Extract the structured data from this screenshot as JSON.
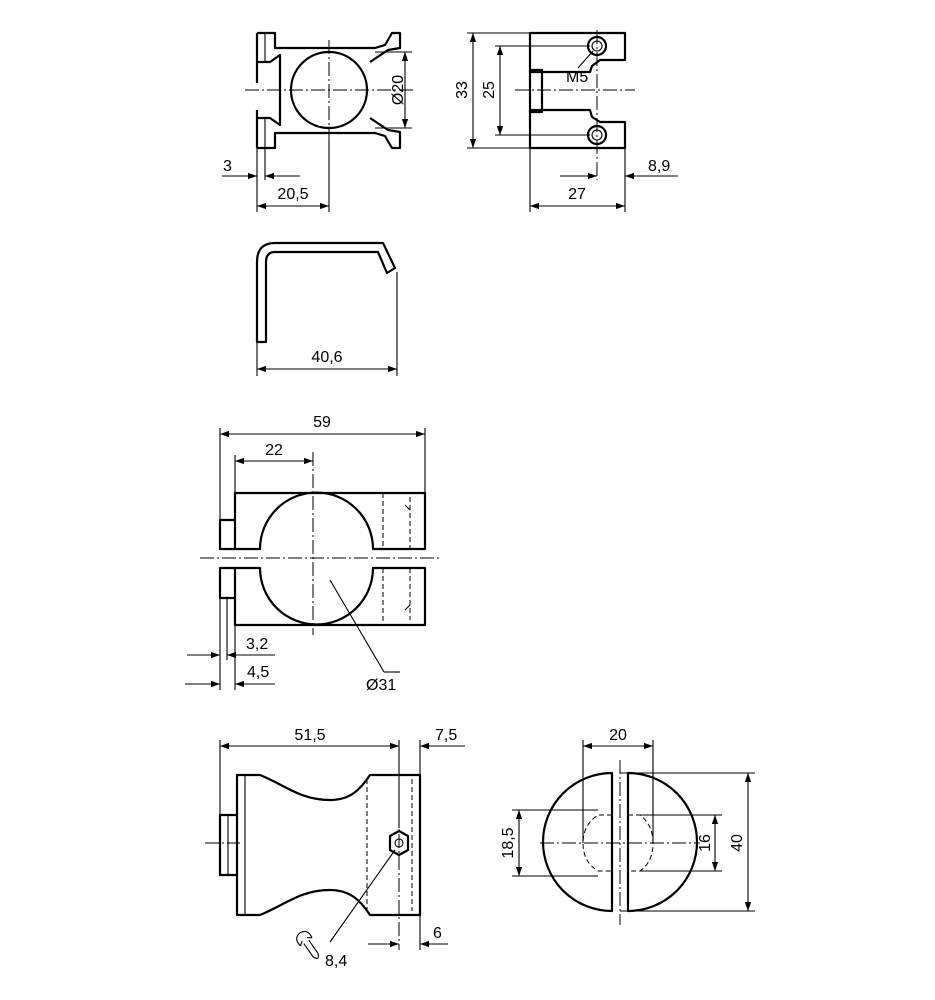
{
  "dimensions": {
    "d_20_diameter": "Ø20",
    "d_33": "33",
    "d_25": "25",
    "thread_m5": "M5",
    "d_3": "3",
    "d_20_5": "20,5",
    "d_8_9": "8,9",
    "d_27": "27",
    "d_40_6": "40,6",
    "d_59": "59",
    "d_22": "22",
    "d_3_2": "3,2",
    "d_4_5": "4,5",
    "d_31_diameter": "Ø31",
    "d_51_5": "51,5",
    "d_7_5": "7,5",
    "d_20": "20",
    "d_18_5": "18,5",
    "d_16": "16",
    "d_40": "40",
    "d_6": "6",
    "wrench_8_4": "8,4"
  },
  "icons": {
    "wrench": "wrench-icon"
  }
}
